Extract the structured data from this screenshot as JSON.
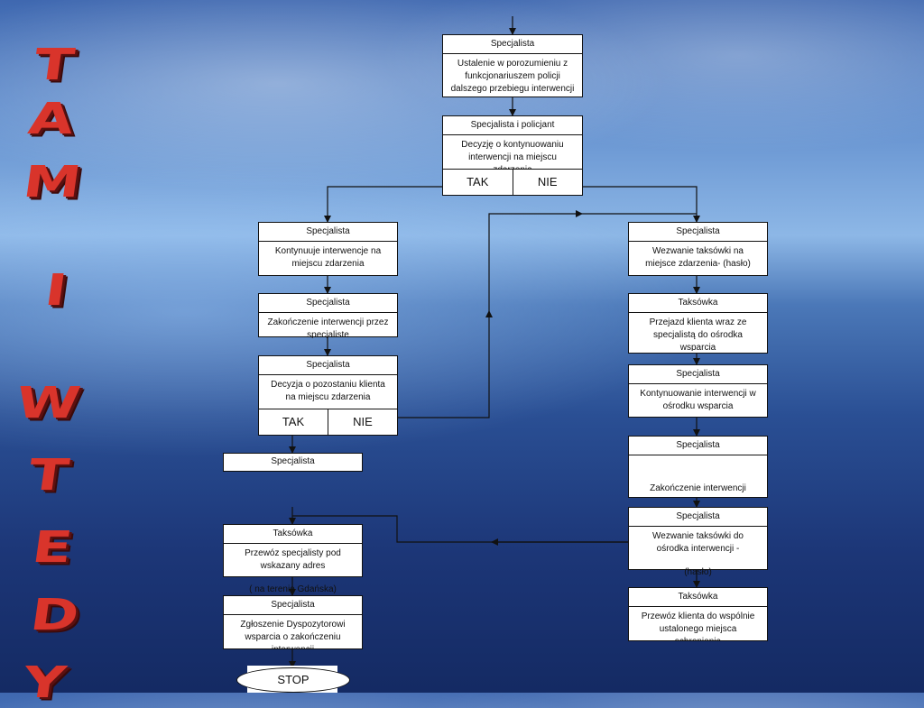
{
  "side_title": [
    "T",
    "A",
    "M",
    "I",
    "W",
    "T",
    "E",
    "D",
    "Y"
  ],
  "nodes": {
    "n1": {
      "header": "Specjalista",
      "body": "Ustalenie w porozumieniu z funkcjonariuszem policji dalszego przebiegu interwencji"
    },
    "n2": {
      "header": "Specjalista i policjant",
      "body": "Decyzję o kontynuowaniu interwencji na miejscu zdarzenia",
      "yes": "TAK",
      "no": "NIE"
    },
    "n3": {
      "header": "Specjalista",
      "body": "Kontynuuje interwencje na miejscu zdarzenia"
    },
    "n4": {
      "header": "Specjalista",
      "body": "Zakończenie interwencji przez specjaliste"
    },
    "n5": {
      "header": "Specjalista",
      "body": "Decyzja o pozostaniu klienta na miejscu zdarzenia",
      "yes": "TAK",
      "no": "NIE"
    },
    "n6": {
      "header": "Specjalista"
    },
    "n7": {
      "header": "Taksówka",
      "body": "Przewóz specjalisty pod wskazany adres",
      "note": "( na terenie Gdańska)"
    },
    "n8": {
      "header": "Specjalista",
      "body": "Zgłoszenie Dyspozytorowi wsparcia o zakończeniu interwencji"
    },
    "n9": {
      "header": "Specjalista",
      "body": "Wezwanie taksówki na miejsce zdarzenia- (hasło)"
    },
    "n10": {
      "header": "Taksówka",
      "body": "Przejazd klienta wraz ze specjalistą do ośrodka wsparcia"
    },
    "n11": {
      "header": "Specjalista",
      "body": "Kontynuowanie interwencji w ośrodku wsparcia"
    },
    "n12": {
      "header": "Specjalista",
      "body": "Zakończenie interwencji"
    },
    "n13": {
      "header": "Specjalista",
      "body": "Wezwanie taksówki do ośrodka interwencji -",
      "note": "(hasło)"
    },
    "n14": {
      "header": "Taksówka",
      "body": "Przewóz klienta do wspólnie ustalonego miejsca schronienia"
    }
  },
  "stop_label": "STOP"
}
